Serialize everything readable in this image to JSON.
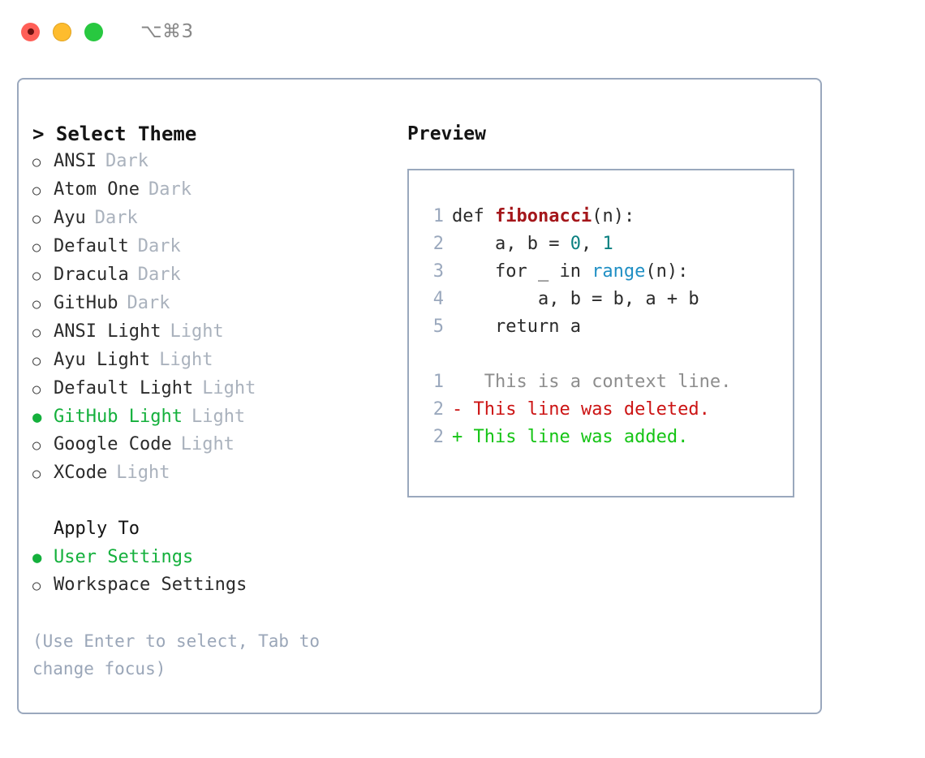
{
  "titlebar": {
    "shortcut": "⌥⌘3",
    "buttons": [
      {
        "name": "close",
        "color": "#ff5f57"
      },
      {
        "name": "minimize",
        "color": "#febc2e"
      },
      {
        "name": "maximize",
        "color": "#28c840"
      }
    ]
  },
  "theme_picker": {
    "header": "> Select Theme",
    "marker_selected": "●",
    "marker_unselected": "○",
    "selected_color": "#14b03c",
    "variant_color": "#aab2bd",
    "items": [
      {
        "label": "ANSI",
        "variant": "Dark",
        "selected": false
      },
      {
        "label": "Atom One",
        "variant": "Dark",
        "selected": false
      },
      {
        "label": "Ayu",
        "variant": "Dark",
        "selected": false
      },
      {
        "label": "Default",
        "variant": "Dark",
        "selected": false
      },
      {
        "label": "Dracula",
        "variant": "Dark",
        "selected": false
      },
      {
        "label": "GitHub",
        "variant": "Dark",
        "selected": false
      },
      {
        "label": "ANSI Light",
        "variant": "Light",
        "selected": false
      },
      {
        "label": "Ayu Light",
        "variant": "Light",
        "selected": false
      },
      {
        "label": "Default Light",
        "variant": "Light",
        "selected": false
      },
      {
        "label": "GitHub Light",
        "variant": "Light",
        "selected": true
      },
      {
        "label": "Google Code",
        "variant": "Light",
        "selected": false
      },
      {
        "label": "XCode",
        "variant": "Light",
        "selected": false
      }
    ]
  },
  "apply_to": {
    "header": "Apply To",
    "items": [
      {
        "label": "User Settings",
        "selected": true
      },
      {
        "label": "Workspace Settings",
        "selected": false
      }
    ]
  },
  "hint": "(Use Enter to select, Tab to change focus)",
  "preview": {
    "title": "Preview",
    "code_lines": [
      {
        "lineno": "1",
        "segments": [
          {
            "text": "def ",
            "style": "plain"
          },
          {
            "text": "fibonacci",
            "style": "fn"
          },
          {
            "text": "(n):",
            "style": "plain"
          }
        ]
      },
      {
        "lineno": "2",
        "segments": [
          {
            "text": "    a, b = ",
            "style": "plain"
          },
          {
            "text": "0",
            "style": "num"
          },
          {
            "text": ", ",
            "style": "plain"
          },
          {
            "text": "1",
            "style": "num"
          }
        ]
      },
      {
        "lineno": "3",
        "segments": [
          {
            "text": "    for _ in ",
            "style": "plain"
          },
          {
            "text": "range",
            "style": "call"
          },
          {
            "text": "(n):",
            "style": "plain"
          }
        ]
      },
      {
        "lineno": "4",
        "segments": [
          {
            "text": "        a, b = b, a + b",
            "style": "plain"
          }
        ]
      },
      {
        "lineno": "5",
        "segments": [
          {
            "text": "    return a",
            "style": "plain"
          }
        ]
      }
    ],
    "diff_lines": [
      {
        "lineno": "1",
        "marker": " ",
        "text": "  This is a context line.",
        "kind": "context"
      },
      {
        "lineno": "2",
        "marker": "-",
        "text": " This line was deleted.",
        "kind": "delete"
      },
      {
        "lineno": "2",
        "marker": "+",
        "text": " This line was added.",
        "kind": "add"
      }
    ]
  }
}
